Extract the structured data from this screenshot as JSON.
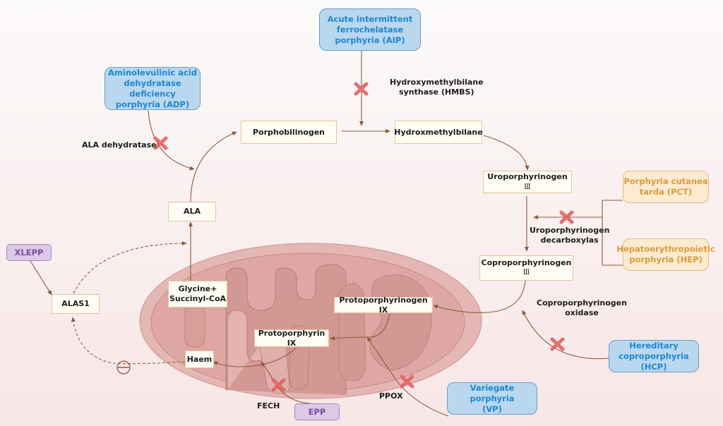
{
  "diagram": {
    "title": "Haem biosynthesis pathway and porphyrias",
    "colors": {
      "arrow": "#8c5a3c",
      "block_mark": "#e06666",
      "mito_outer": "#e4b3b0",
      "mito_inner": "#d79c98",
      "disease_blue_text": "#1f86d4",
      "disease_orange_text": "#dc9a3c",
      "disease_purple_text": "#7a4f9e"
    },
    "metabolites": {
      "porphobilinogen": "Porphobilinogen",
      "hydroxymethylbilane": "Hydroxmethylbilane",
      "uroporphyrinogen": "Uroporphyrinogen",
      "uroporphyrinogen_suffix": "Ⅲ",
      "coproporphyrinogen": "Coproporphyrinogen",
      "coproporphyrinogen_suffix": "Ⅲ",
      "ala": "ALA",
      "glycine_line1": "Glycine+",
      "glycine_line2": "Succinyl-CoA",
      "protoporphyrinogen": "Protoporphyrinogen IX",
      "protoporphyrin": "Protoporphyrin IX",
      "haem": "Haem",
      "alas1": "ALAS1"
    },
    "enzymes": {
      "ala_dehydratase": "ALA dehydratase",
      "hmbs_line1": "Hydroxymethylbilane",
      "hmbs_line2": "synthase (HMBS)",
      "urod_line1": "Uroporphyrinogen",
      "urod_line2": "decarboxylas",
      "cpox_line1": "Coproporphyrinogen",
      "cpox_line2": "oxidase",
      "ppox": "PPOX",
      "fech": "FECH"
    },
    "diseases": {
      "aip": [
        "Acute intermittent",
        "ferrochelatase",
        "porphyria (AIP)"
      ],
      "adp": [
        "Aminolevulinic acid",
        "dehydratase deficiency",
        "porphyria (ADP)"
      ],
      "pct": [
        "Porphyria cutanea",
        "tarda (PCT)"
      ],
      "hep": [
        "Hepatoerythropoietic",
        "porphyria (HEP)"
      ],
      "hcp": [
        "Hereditary",
        "coproporphyria",
        "(HCP)"
      ],
      "vp": [
        "Variegate porphyria",
        "(VP)"
      ],
      "xlepp": "XLEPP",
      "epp": "EPP"
    },
    "symbols": {
      "block": "block-x-icon",
      "inhibition": "⊖"
    }
  }
}
